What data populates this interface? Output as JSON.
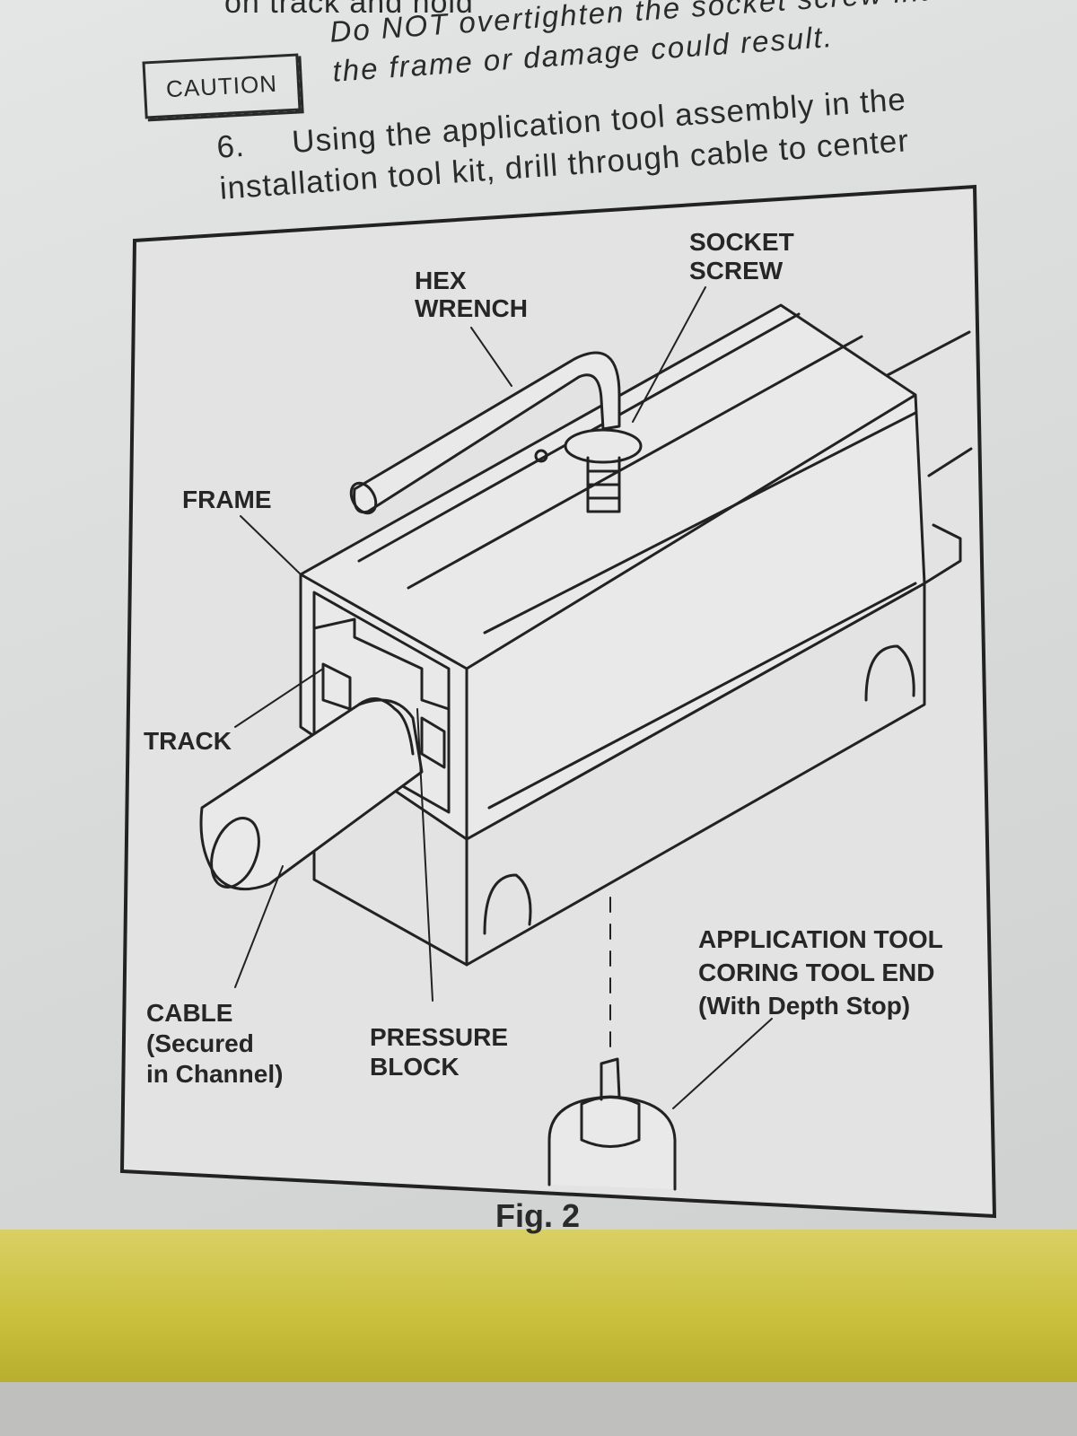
{
  "header": {
    "top_line": "on track and hold",
    "caution_label": "CAUTION",
    "caution_line1": "Do NOT overtighten the socket screw into",
    "caution_line2": "the frame or damage could result.",
    "step_number": "6.",
    "step_line1": "Using the application tool assembly in the",
    "step_line2": "installation tool kit, drill through cable to center"
  },
  "figure": {
    "labels": {
      "socket_screw_1": "SOCKET",
      "socket_screw_2": "SCREW",
      "hex_wrench_1": "HEX",
      "hex_wrench_2": "WRENCH",
      "frame": "FRAME",
      "track": "TRACK",
      "cable_1": "CABLE",
      "cable_2": "(Secured",
      "cable_3": "in Channel)",
      "pressure_1": "PRESSURE",
      "pressure_2": "BLOCK",
      "app_tool_1": "APPLICATION TOOL",
      "app_tool_2": "CORING TOOL END",
      "app_tool_3": "(With Depth Stop)"
    },
    "caption": "Fig. 2"
  }
}
